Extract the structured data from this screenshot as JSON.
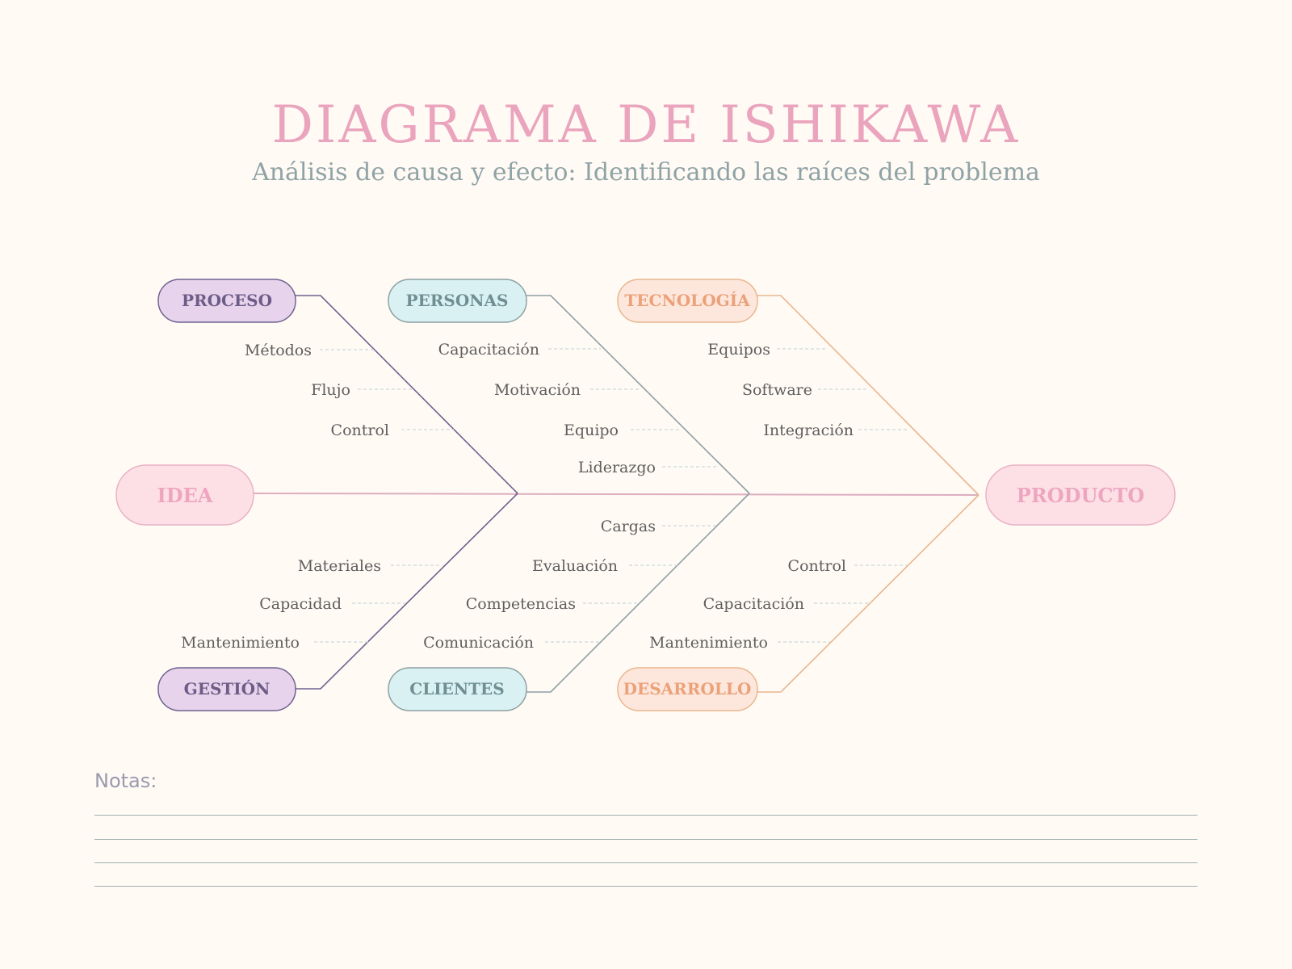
{
  "title": "DIAGRAMA DE ISHIKAWA",
  "subtitle": "Análisis de causa y efecto: Identificando las raíces del problema",
  "colors": {
    "background": "#fffaf4",
    "spine": "#dcaec0",
    "proceso_gestion": "#6f6290",
    "personas_clientes": "#8ea0a3",
    "tecnologia_desarrollo": "#e9b68f",
    "pink_fill": "#fde0e6",
    "pink_text": "#e98fb0",
    "purple_fill": "#e7d3ec",
    "purple_text": "#6d5c87",
    "cyan_fill": "#d9f1f3",
    "cyan_text": "#6f8f94",
    "peach_fill": "#fde7dc",
    "peach_text": "#eba179"
  },
  "start": "IDEA",
  "end": "PRODUCTO",
  "categories": {
    "proceso": {
      "label": "PROCESO",
      "causes": [
        "Métodos",
        "Flujo",
        "Control"
      ]
    },
    "personas": {
      "label": "PERSONAS",
      "causes": [
        "Capacitación",
        "Motivación",
        "Equipo",
        "Liderazgo"
      ]
    },
    "tecnologia": {
      "label": "TECNOLOGÍA",
      "causes": [
        "Equipos",
        "Software",
        "Integración"
      ]
    },
    "gestion": {
      "label": "GESTIÓN",
      "causes": [
        "Materiales",
        "Capacidad",
        "Mantenimiento"
      ]
    },
    "clientes": {
      "label": "CLIENTES",
      "causes": [
        "Cargas",
        "Evaluación",
        "Competencias",
        "Comunicación"
      ]
    },
    "desarrollo": {
      "label": "DESARROLLO",
      "causes": [
        "Control",
        "Capacitación",
        "Mantenimiento"
      ]
    }
  },
  "notes": {
    "label": "Notas:"
  }
}
